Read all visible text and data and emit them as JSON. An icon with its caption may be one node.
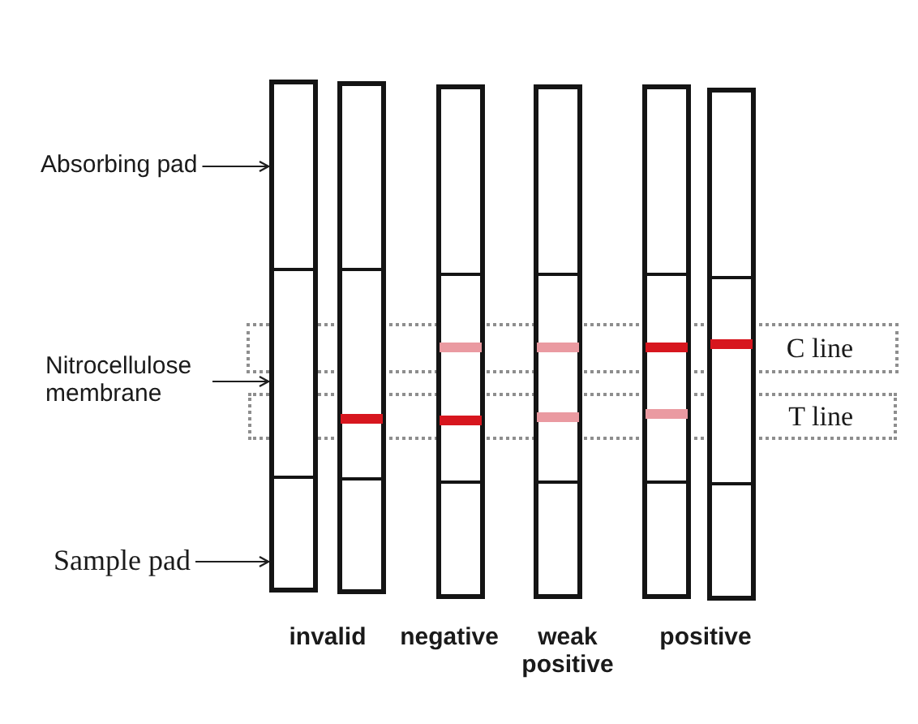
{
  "diagram": {
    "nodes": [
      {
        "text": [
          "Absorbing pad"
        ]
      },
      {
        "text": [
          "Nitrocellulose membrane"
        ]
      },
      {
        "text": [
          "Sample pad"
        ]
      },
      {
        "text": [
          "C line"
        ]
      },
      {
        "text": [
          "T line"
        ]
      },
      {
        "text": [],
        "shape": "bar"
      },
      {
        "text": [],
        "shape": "bar"
      },
      {
        "text": [],
        "shape": "bar"
      },
      {
        "text": [],
        "shape": "bar"
      },
      {
        "text": [],
        "shape": "bar"
      },
      {
        "text": [],
        "shape": "bar"
      }
    ],
    "edges": [
      {
        "from": 0,
        "to": 5,
        "arrow": "to"
      },
      {
        "from": 1,
        "to": 5,
        "arrow": "to"
      },
      {
        "from": 2,
        "to": 5,
        "arrow": "to"
      }
    ],
    "labels": [
      "invalid",
      "negative",
      "weak positive",
      "positive"
    ]
  }
}
